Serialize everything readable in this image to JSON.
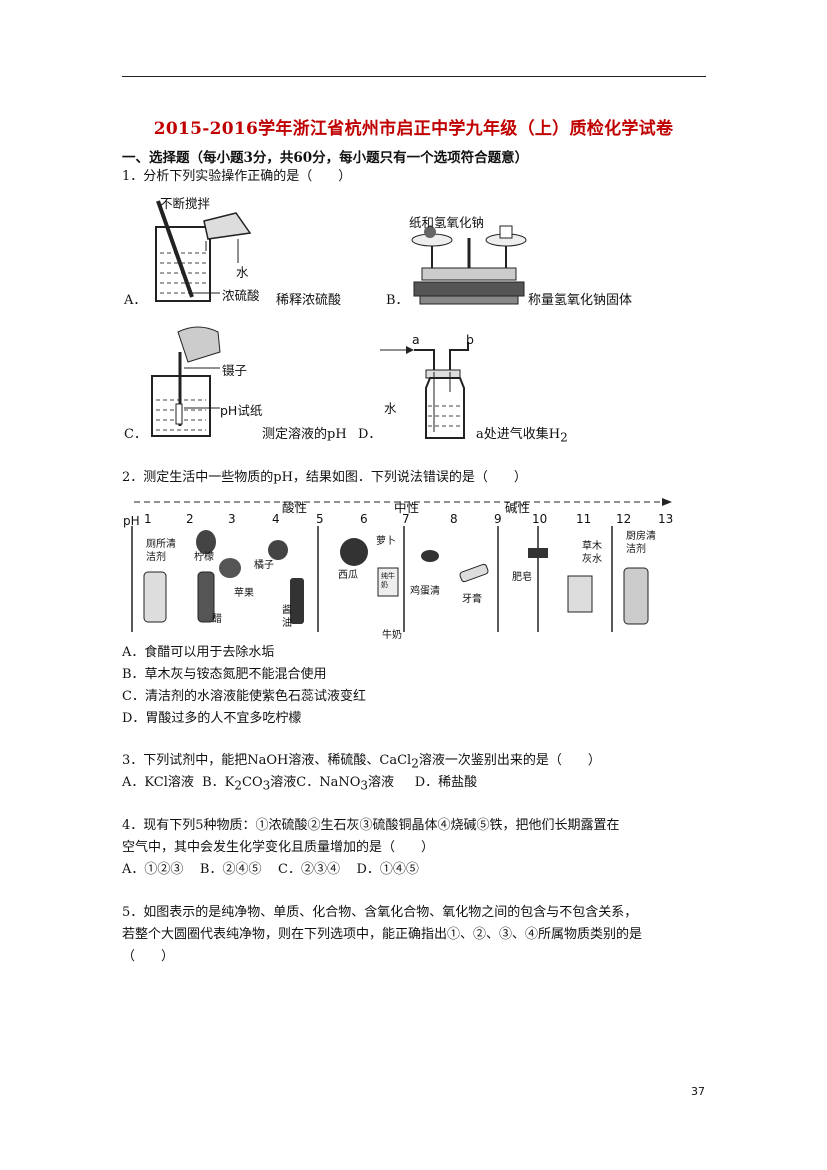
{
  "title": "2015-2016学年浙江省杭州市启正中学九年级（上）质检化学试卷",
  "section": "一、选择题（每小题3分，共60分，每小题只有一个选项符合题意）",
  "q1": {
    "stem": "1．分析下列实验操作正确的是（　　）",
    "figA": {
      "stir": "不断搅拌",
      "water": "水",
      "acid": "浓硫酸"
    },
    "optA_letter": "A．",
    "optA_text": "稀释浓硫酸",
    "figB": {
      "paper": "纸和氢氧化钠"
    },
    "optB_letter": "B．",
    "optB_text": "称量氢氧化钠固体",
    "figC": {
      "tweezers": "镊子",
      "paper": "pH试纸"
    },
    "optC_letter": "C．",
    "optC_text": "测定溶液的pH",
    "optD_letter": "D．",
    "figD": {
      "a": "a",
      "b": "b",
      "water": "水"
    },
    "optD_text": "a处进气收集H",
    "optD_sub": "2"
  },
  "q2": {
    "stem": "2．测定生活中一些物质的pH，结果如图．下列说法错误的是（　　）",
    "scale": {
      "acid": "酸性",
      "neutral": "中性",
      "base": "碱性",
      "ph_label": "pH",
      "ticks": [
        "1",
        "2",
        "3",
        "4",
        "5",
        "6",
        "7",
        "8",
        "9",
        "10",
        "11",
        "12",
        "13"
      ]
    },
    "items": {
      "toilet": "厕所清洁剂",
      "lemon": "柠檬",
      "orange": "橘子",
      "apple": "苹果",
      "vinegar": "醋",
      "soy": "酱油",
      "melon": "西瓜",
      "radish": "萝卜",
      "milk": "牛奶",
      "milk_box": "纯牛奶",
      "egg": "鸡蛋清",
      "toothpaste": "牙膏",
      "soap": "肥皂",
      "ash": "草木灰水",
      "kitchen": "厨房清洁剂"
    },
    "options": [
      "A．食醋可以用于去除水垢",
      "B．草木灰与铵态氮肥不能混合使用",
      "C．清洁剂的水溶液能使紫色石蕊试液变红",
      "D．胃酸过多的人不宜多吃柠檬"
    ]
  },
  "q3": {
    "stem_a": "3．下列试剂中，能把NaOH溶液、稀硫酸、CaCl",
    "stem_sub": "2",
    "stem_b": "溶液一次鉴别出来的是（　　）",
    "optA": "A．KCl溶液",
    "optB_a": "B．K",
    "optB_sub1": "2",
    "optB_b": "CO",
    "optB_sub2": "3",
    "optB_c": "溶液",
    "optC_a": "C．NaNO",
    "optC_sub": "3",
    "optC_b": "溶液",
    "optD": "D．稀盐酸"
  },
  "q4": {
    "line1": "4．现有下列5种物质：①浓硫酸②生石灰③硫酸铜晶体④烧碱⑤铁，把他们长期露置在",
    "line2": "空气中，其中会发生化学变化且质量增加的是（　　）",
    "options": [
      "A．①②③",
      "B．②④⑤",
      "C．②③④",
      "D．①④⑤"
    ]
  },
  "q5": {
    "line1": "5．如图表示的是纯净物、单质、化合物、含氧化合物、氧化物之间的包含与不包含关系，",
    "line2": "若整个大圆圈代表纯净物，则在下列选项中，能正确指出①、②、③、④所属物质类别的是",
    "line3": "（　　）"
  },
  "page_number": "37"
}
